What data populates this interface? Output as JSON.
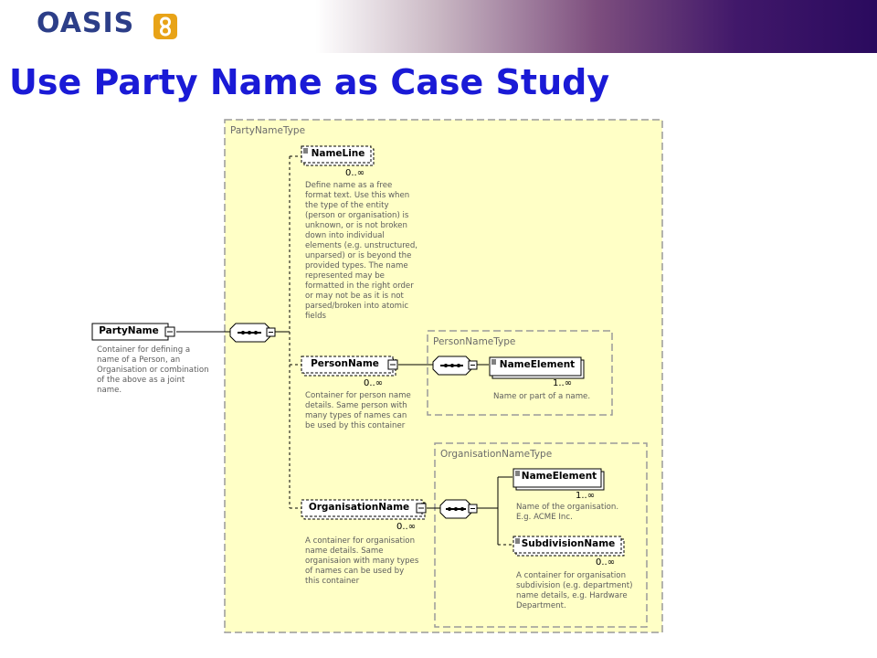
{
  "header": {
    "logo_text": "OASIS",
    "title": "Use Party Name as Case Study"
  },
  "diagram": {
    "root": {
      "name": "PartyName",
      "doc": "Container for defining a\nname of a Person, an\nOrganisation or combination\nof the above as a joint\nname."
    },
    "party_name_type": {
      "label": "PartyNameType",
      "name_line": {
        "name": "NameLine",
        "cardinality": "0..∞",
        "doc": "Define name as a free\nformat text. Use this when\nthe type of the entity\n(person or organisation) is\nunknown, or is not broken\ndown into individual\nelements (e.g. unstructured,\nunparsed) or is beyond the\nprovided types. The name\nrepresented may be\nformatted in the right order\nor may not be as it is not\nparsed/broken into atomic\nfields"
      },
      "person_name": {
        "name": "PersonName",
        "cardinality": "0..∞",
        "doc": "Container for person name\ndetails. Same person with\nmany types of names can\nbe used by this container"
      },
      "organisation_name": {
        "name": "OrganisationName",
        "cardinality": "0..∞",
        "doc": "A container for organisation\nname details. Same\norganisaion with many types\nof names can be used by\nthis container"
      }
    },
    "person_name_type": {
      "label": "PersonNameType",
      "name_element": {
        "name": "NameElement",
        "cardinality": "1..∞",
        "doc": "Name or part of a name."
      }
    },
    "organisation_name_type": {
      "label": "OrganisationNameType",
      "name_element": {
        "name": "NameElement",
        "cardinality": "1..∞",
        "doc": "Name of the organisation.\nE.g. ACME Inc."
      },
      "subdivision_name": {
        "name": "SubdivisionName",
        "cardinality": "0..∞",
        "doc": "A container for organisation\nsubdivision (e.g. department)\nname details, e.g. Hardware\nDepartment."
      }
    }
  },
  "colors": {
    "title": "#1a1ad6",
    "type_box_fill": "#ffffc6",
    "type_box_border": "#9a9a9a",
    "logo": "#2c3e88",
    "logo_accent": "#e8a317",
    "banner_end": "#2a0a5e"
  }
}
